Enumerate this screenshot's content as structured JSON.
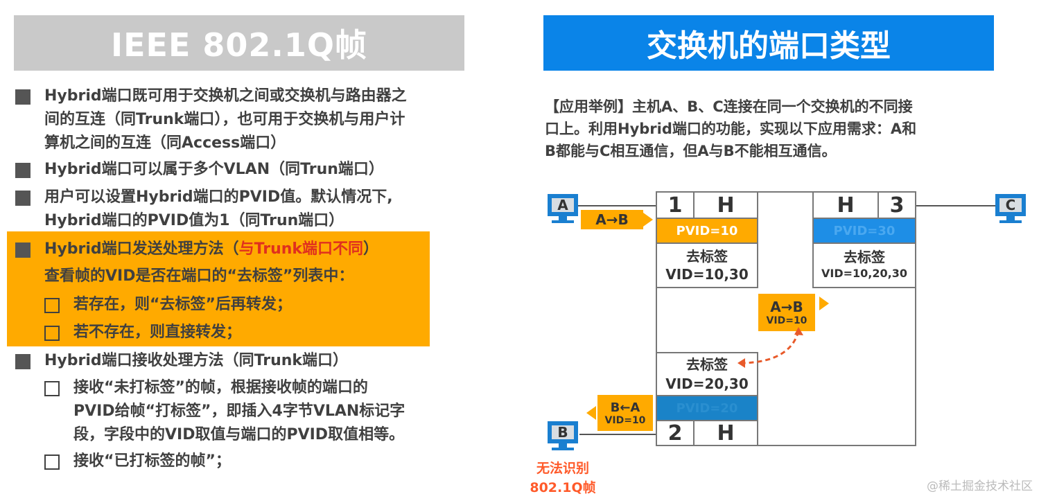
{
  "left": {
    "title": "IEEE 802.1Q帧",
    "b1": [
      "Hybrid端口既可用于交换机之间或交换机与路由器之",
      "间的互连（同Trunk端口），也可用于交换机与用户计",
      "算机之间的互连（同Access端口）"
    ],
    "b2": "Hybrid端口可以属于多个VLAN（同Trun端口）",
    "b3": [
      "用户可以设置Hybrid端口的PVID值。默认情况下,",
      "Hybrid端口的PVID值为1（同Trun端口）"
    ],
    "b4_prefix": "Hybrid端口发送处理方法（",
    "b4_red": "与Trunk端口不同",
    "b4_suffix": "）",
    "b4_sub": "查看帧的VID是否在端口的“去标签”列表中：",
    "b4_c1": "若存在，则“去标签”后再转发；",
    "b4_c2": "若不存在，则直接转发；",
    "b5": "Hybrid端口接收处理方法（同Trunk端口）",
    "b5_c1": [
      "接收“未打标签”的帧，根据接收帧的端口的",
      "PVID给帧“打标签”，即插入4字节VLAN标记字",
      "段，字段中的VID取值与端口的PVID取值相等。"
    ],
    "b5_c2": "接收“已打标签的帧”；"
  },
  "right": {
    "title": "交换机的端口类型",
    "para": [
      "【应用举例】主机A、B、C连接在同一个交换机的不同接",
      "口上。利用Hybrid端口的功能，实现以下应用需求：A和",
      "B都能与C相互通信，但A与B不能相互通信。"
    ],
    "port1": {
      "num": "1",
      "mode": "H",
      "pvid": "PVID=10",
      "untag": "去标签",
      "vid": "VID=10,30"
    },
    "port3": {
      "num": "3",
      "mode": "H",
      "pvid": "PVID=30",
      "untag": "去标签",
      "vid": "VID=10,20,30"
    },
    "port2": {
      "num": "2",
      "mode": "H",
      "pvid": "PVID=20",
      "untag": "去标签",
      "vid": "VID=20,30"
    },
    "hostA": "A",
    "hostB": "B",
    "hostC": "C",
    "tagAB1": "A→B",
    "tagAB2": "A→B",
    "tagAB2_vid": "VID=10",
    "tagBA": "B←A",
    "tagBA_vid": "VID=10",
    "cannot": [
      "无法识别",
      "802.1Q帧"
    ]
  },
  "watermark": "@稀土掘金技术社区"
}
